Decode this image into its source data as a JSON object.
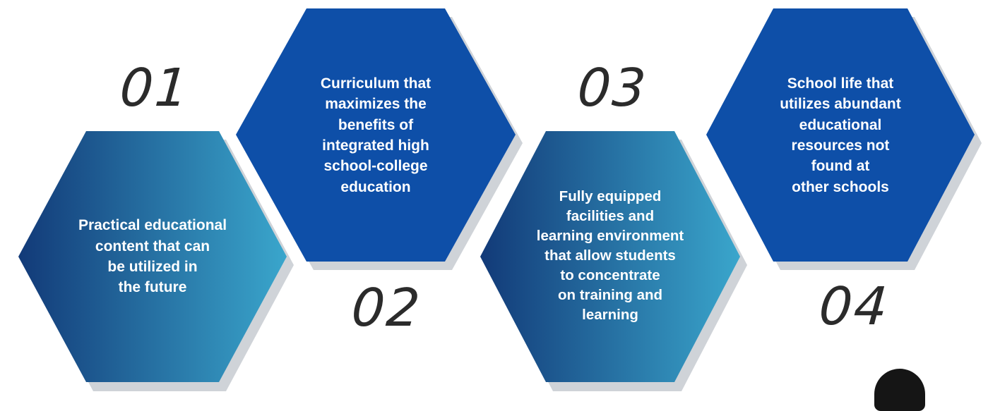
{
  "items": [
    {
      "number": "01",
      "text": "Practical educational\ncontent that can\nbe utilized in\nthe future"
    },
    {
      "number": "02",
      "text": "Curriculum that\nmaximizes the\nbenefits of\nintegrated high\nschool-college\neducation"
    },
    {
      "number": "03",
      "text": "Fully equipped\nfacilities and\nlearning environment\nthat allow students\nto concentrate\non training and\nlearning"
    },
    {
      "number": "04",
      "text": "School life that\nutilizes abundant\neducational\nresources not\nfound at\nother schools"
    }
  ],
  "colors": {
    "gradient_start": "#123a78",
    "gradient_end": "#3aa6cc",
    "blue_fill": "#0e4fa8",
    "shadow": "#cfd3d8",
    "text": "#ffffff",
    "number": "#2b2b2b"
  },
  "decor": {
    "icon": "person-silhouette"
  }
}
